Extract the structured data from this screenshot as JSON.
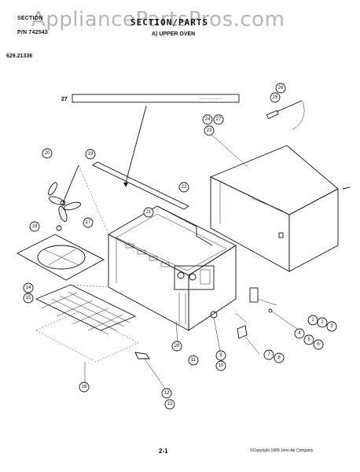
{
  "header": {
    "line1": "SECTION",
    "part_number": "P/N 742543",
    "title": "SECTION/PARTS",
    "subtitle": "A) UPPER OVEN",
    "model": "629.21336"
  },
  "watermark": "AppliancePartsPros.com",
  "footer": {
    "page": "2-1",
    "copyright": "©Copyright 1989 Jenn-Air Company"
  },
  "labels": {
    "strip_27": "27",
    "strip_text": "~~~~ ~~~~~~~~"
  },
  "callouts": [
    "1",
    "2",
    "3",
    "4",
    "5",
    "6",
    "7",
    "8",
    "9",
    "10",
    "11",
    "12",
    "13",
    "14",
    "15",
    "16",
    "17",
    "18",
    "19",
    "20",
    "21",
    "22",
    "23",
    "24",
    "25",
    "26",
    "27",
    "28"
  ]
}
